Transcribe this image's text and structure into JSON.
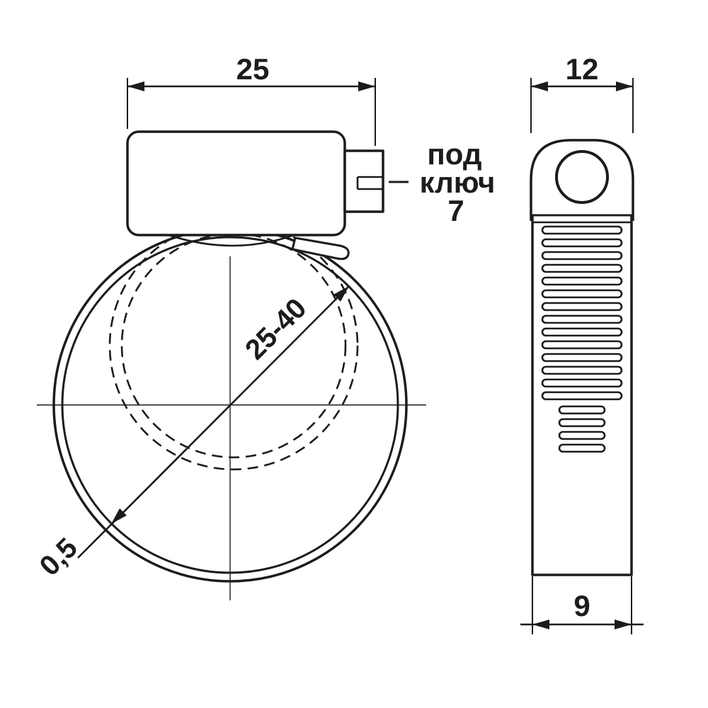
{
  "colors": {
    "line": "#1c1c1c",
    "background": "#ffffff"
  },
  "front_view": {
    "dim_width": "25",
    "dim_clamp_range": "25-40",
    "dim_band_thickness": "0,5",
    "wrench_label": {
      "line1": "под",
      "line2": "ключ",
      "line3": "7"
    }
  },
  "side_view": {
    "dim_head_width": "12",
    "dim_band_width": "9"
  }
}
